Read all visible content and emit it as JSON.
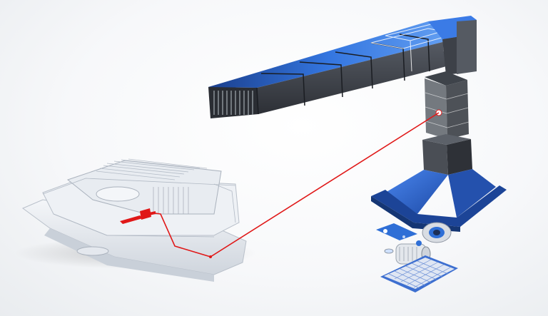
{
  "image": {
    "background": "#f4f6f8",
    "colors": {
      "duct_blue": "#2f6fd6",
      "duct_blue_dark": "#1f4fa8",
      "duct_grey": "#4b5058",
      "duct_grey_dark": "#2d3036",
      "ship_white": "#e6e9ee",
      "ship_line": "#b9c0ca",
      "laser_red": "#e01818",
      "hood_blue": "#2b63c9"
    },
    "components": [
      "ventilation-duct",
      "exhaust-hood",
      "exhaust-fan-unit",
      "motor",
      "filter-grille",
      "ship-model",
      "highlight-line"
    ]
  }
}
